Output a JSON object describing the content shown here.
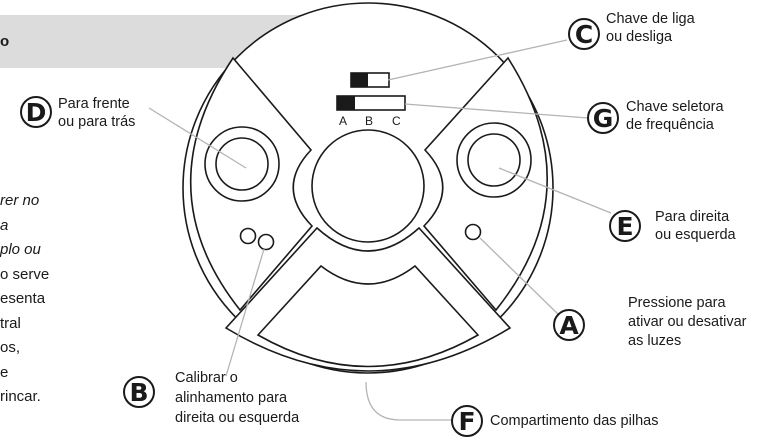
{
  "header": {
    "text": "o"
  },
  "side_text": {
    "lines": [
      "rer no",
      "a",
      "plo ou",
      "o serve",
      "esenta",
      "tral",
      "os,",
      "e",
      "rincar."
    ],
    "italic_lines": 3
  },
  "selector_letters": [
    "A",
    "B",
    "C"
  ],
  "callouts": {
    "C": {
      "badge": "C",
      "lines": [
        "Chave de liga",
        "ou desliga"
      ]
    },
    "D": {
      "badge": "D",
      "lines": [
        "Para frente",
        "ou para trás"
      ]
    },
    "G": {
      "badge": "G",
      "lines": [
        "Chave seletora",
        "de frequência"
      ]
    },
    "E": {
      "badge": "E",
      "lines": [
        "Para direita",
        "ou esquerda"
      ]
    },
    "A": {
      "badge": "A",
      "lines": [
        "Pressione para",
        "ativar ou desativar",
        "as luzes"
      ]
    },
    "B": {
      "badge": "B",
      "lines": [
        "Calibrar o",
        "alinhamento para",
        "direita ou esquerda"
      ]
    },
    "F": {
      "badge": "F",
      "lines": [
        "Compartimento das pilhas"
      ]
    }
  },
  "colors": {
    "header_band": "#dcdcdc",
    "outline": "#1a1a1a",
    "leader_line": "#b4b4b4"
  }
}
